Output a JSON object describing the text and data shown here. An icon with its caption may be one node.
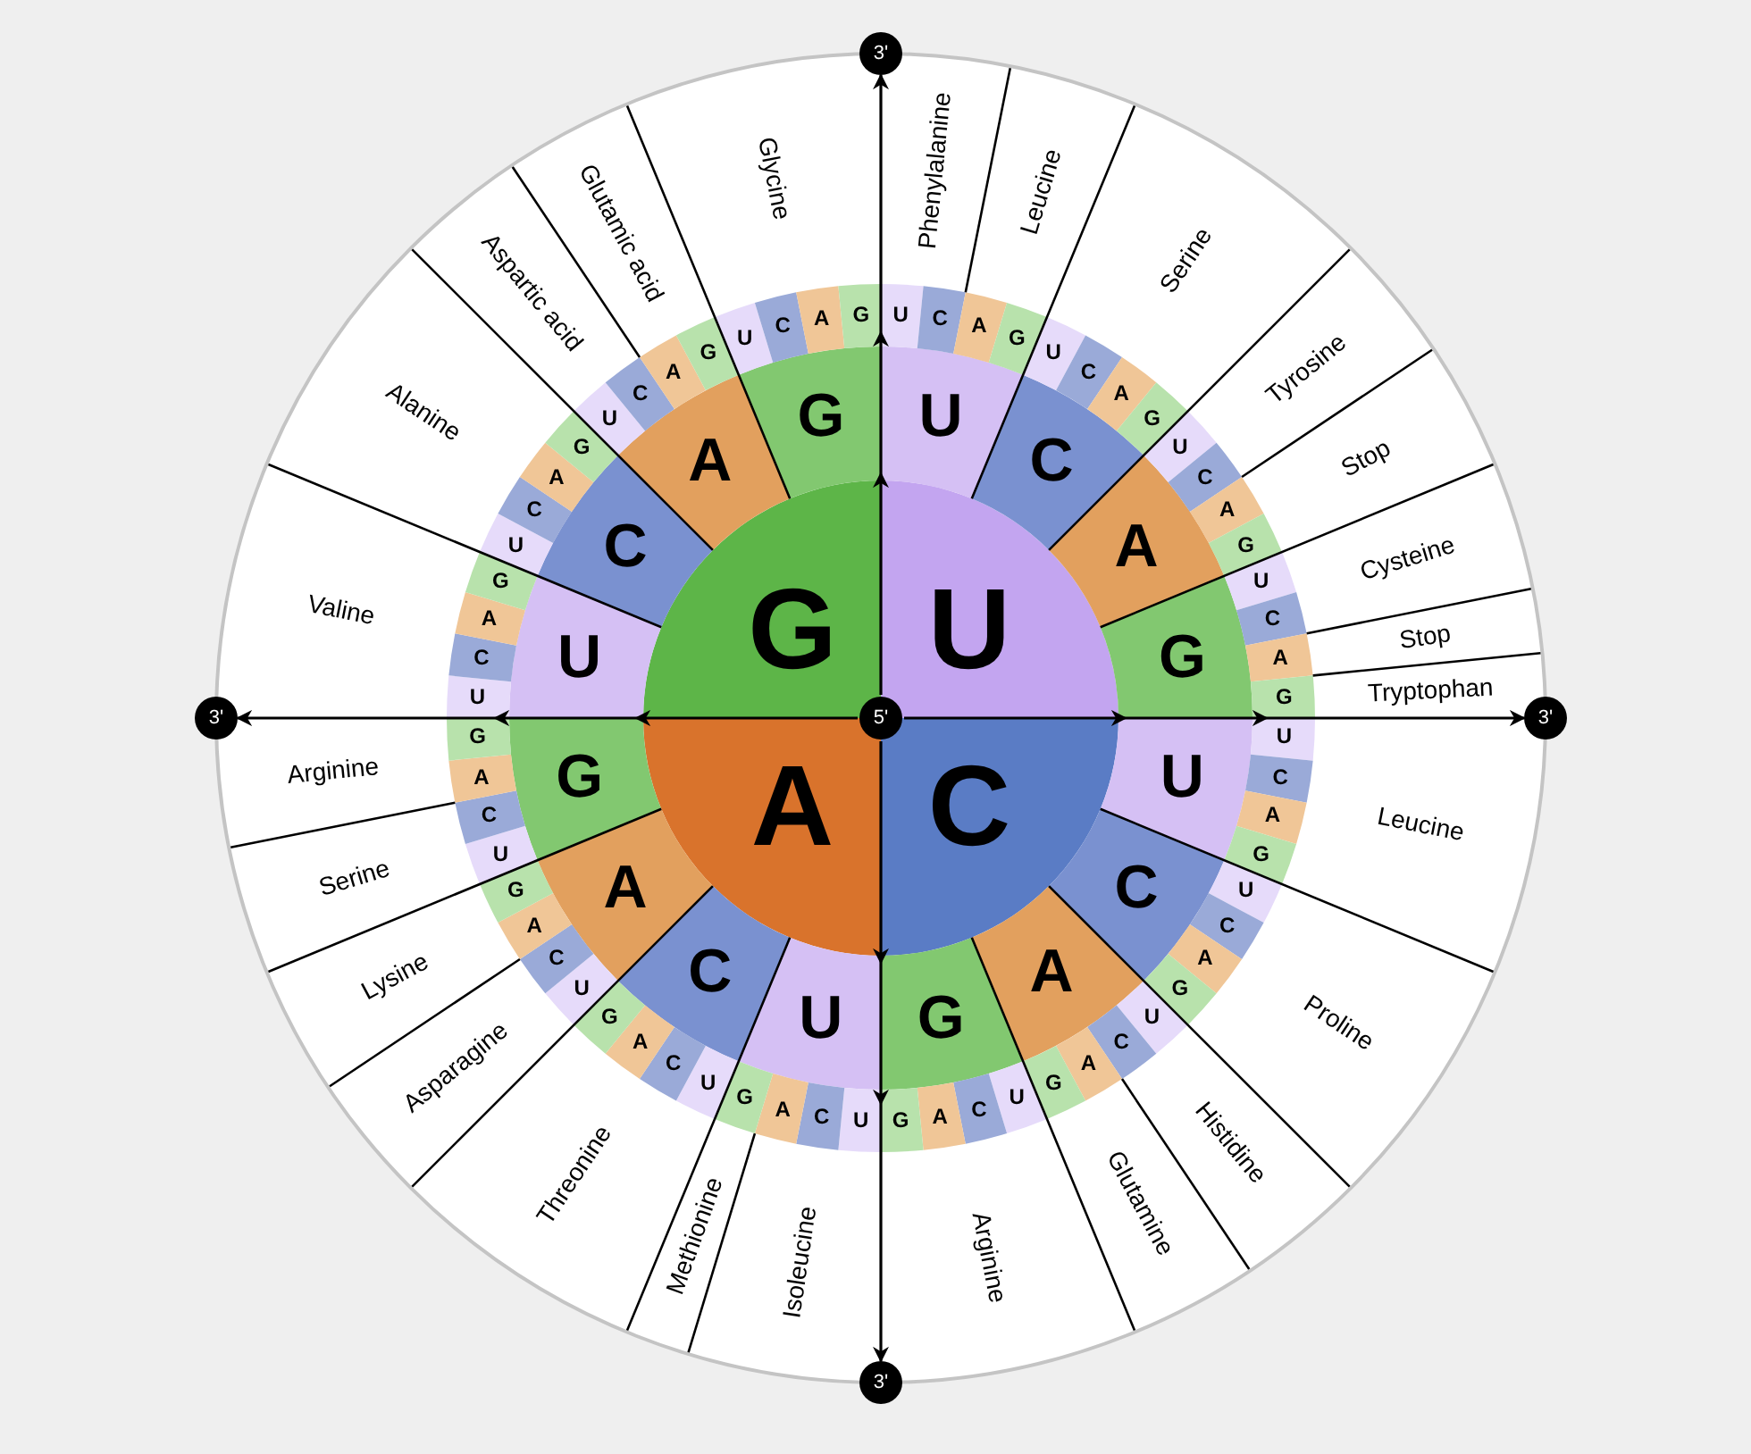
{
  "diagram": {
    "nodes": [
      {
        "text": [
          "5'"
        ]
      },
      {
        "text": [
          "3'"
        ]
      },
      {
        "text": [
          "3'"
        ]
      },
      {
        "text": [
          "3'"
        ]
      },
      {
        "text": [
          "3'"
        ]
      },
      {
        "text": [
          "U"
        ]
      },
      {
        "text": [
          "C"
        ]
      },
      {
        "text": [
          "A"
        ]
      },
      {
        "text": [
          "G"
        ]
      },
      {
        "text": [
          "U"
        ]
      },
      {
        "text": [
          "C"
        ]
      },
      {
        "text": [
          "A"
        ]
      },
      {
        "text": [
          "G"
        ]
      },
      {
        "text": [
          "U"
        ]
      },
      {
        "text": [
          "C"
        ]
      },
      {
        "text": [
          "A"
        ]
      },
      {
        "text": [
          "G"
        ]
      },
      {
        "text": [
          "U"
        ]
      },
      {
        "text": [
          "C"
        ]
      },
      {
        "text": [
          "A"
        ]
      },
      {
        "text": [
          "G"
        ]
      },
      {
        "text": [
          "U"
        ]
      },
      {
        "text": [
          "C"
        ]
      },
      {
        "text": [
          "A"
        ]
      },
      {
        "text": [
          "G"
        ]
      },
      {
        "text": [
          "U"
        ]
      },
      {
        "text": [
          "C"
        ]
      },
      {
        "text": [
          "A"
        ]
      },
      {
        "text": [
          "G"
        ]
      },
      {
        "text": [
          "U"
        ]
      },
      {
        "text": [
          "C"
        ]
      },
      {
        "text": [
          "A"
        ]
      },
      {
        "text": [
          "G"
        ]
      },
      {
        "text": [
          "U"
        ]
      },
      {
        "text": [
          "C"
        ]
      },
      {
        "text": [
          "A"
        ]
      },
      {
        "text": [
          "G"
        ]
      },
      {
        "text": [
          "U"
        ]
      },
      {
        "text": [
          "C"
        ]
      },
      {
        "text": [
          "A"
        ]
      },
      {
        "text": [
          "G"
        ]
      },
      {
        "text": [
          "U"
        ]
      },
      {
        "text": [
          "C"
        ]
      },
      {
        "text": [
          "A"
        ]
      },
      {
        "text": [
          "G"
        ]
      },
      {
        "text": [
          "U"
        ]
      },
      {
        "text": [
          "C"
        ]
      },
      {
        "text": [
          "A"
        ]
      },
      {
        "text": [
          "G"
        ]
      },
      {
        "text": [
          "U"
        ]
      },
      {
        "text": [
          "C"
        ]
      },
      {
        "text": [
          "A"
        ]
      },
      {
        "text": [
          "G"
        ]
      },
      {
        "text": [
          "U"
        ]
      },
      {
        "text": [
          "C"
        ]
      },
      {
        "text": [
          "A"
        ]
      },
      {
        "text": [
          "G"
        ]
      },
      {
        "text": [
          "U"
        ]
      },
      {
        "text": [
          "C"
        ]
      },
      {
        "text": [
          "A"
        ]
      },
      {
        "text": [
          "G"
        ]
      },
      {
        "text": [
          "U"
        ]
      },
      {
        "text": [
          "C"
        ]
      },
      {
        "text": [
          "A"
        ]
      },
      {
        "text": [
          "G"
        ]
      },
      {
        "text": [
          "U"
        ]
      },
      {
        "text": [
          "C"
        ]
      },
      {
        "text": [
          "A"
        ]
      },
      {
        "text": [
          "G"
        ]
      },
      {
        "text": [
          "U"
        ]
      },
      {
        "text": [
          "C"
        ]
      },
      {
        "text": [
          "A"
        ]
      },
      {
        "text": [
          "G"
        ]
      },
      {
        "text": [
          "U"
        ]
      },
      {
        "text": [
          "C"
        ]
      },
      {
        "text": [
          "A"
        ]
      },
      {
        "text": [
          "G"
        ]
      },
      {
        "text": [
          "U"
        ]
      },
      {
        "text": [
          "C"
        ]
      },
      {
        "text": [
          "A"
        ]
      },
      {
        "text": [
          "G"
        ]
      },
      {
        "text": [
          "U"
        ]
      },
      {
        "text": [
          "C"
        ]
      },
      {
        "text": [
          "A"
        ]
      },
      {
        "text": [
          "G"
        ]
      },
      {
        "text": [
          "U"
        ]
      },
      {
        "text": [
          "C"
        ]
      },
      {
        "text": [
          "A"
        ]
      },
      {
        "text": [
          "G"
        ]
      },
      {
        "text": [
          "Phenylalanine"
        ]
      },
      {
        "text": [
          "Leucine"
        ]
      },
      {
        "text": [
          "Serine"
        ]
      },
      {
        "text": [
          "Tyrosine"
        ]
      },
      {
        "text": [
          "Stop"
        ]
      },
      {
        "text": [
          "Cysteine"
        ]
      },
      {
        "text": [
          "Stop"
        ]
      },
      {
        "text": [
          "Tryptophan"
        ]
      },
      {
        "text": [
          "Leucine"
        ]
      },
      {
        "text": [
          "Proline"
        ]
      },
      {
        "text": [
          "Histidine"
        ]
      },
      {
        "text": [
          "Glutamine"
        ]
      },
      {
        "text": [
          "Arginine"
        ]
      },
      {
        "text": [
          "Isoleucine"
        ]
      },
      {
        "text": [
          "Methionine"
        ]
      },
      {
        "text": [
          "Threonine"
        ]
      },
      {
        "text": [
          "Asparagine"
        ]
      },
      {
        "text": [
          "Lysine"
        ]
      },
      {
        "text": [
          "Serine"
        ]
      },
      {
        "text": [
          "Arginine"
        ]
      },
      {
        "text": [
          "Valine"
        ]
      },
      {
        "text": [
          "Alanine"
        ]
      },
      {
        "text": [
          "Aspartic acid"
        ]
      },
      {
        "text": [
          "Glutamic acid"
        ]
      },
      {
        "text": [
          "Glycine"
        ]
      }
    ],
    "edges": [
      {
        "from": 0,
        "to": 1,
        "arrow": "to"
      },
      {
        "from": 0,
        "to": 2,
        "arrow": "to"
      },
      {
        "from": 0,
        "to": 3,
        "arrow": "to"
      },
      {
        "from": 0,
        "to": 4,
        "arrow": "to"
      }
    ]
  }
}
